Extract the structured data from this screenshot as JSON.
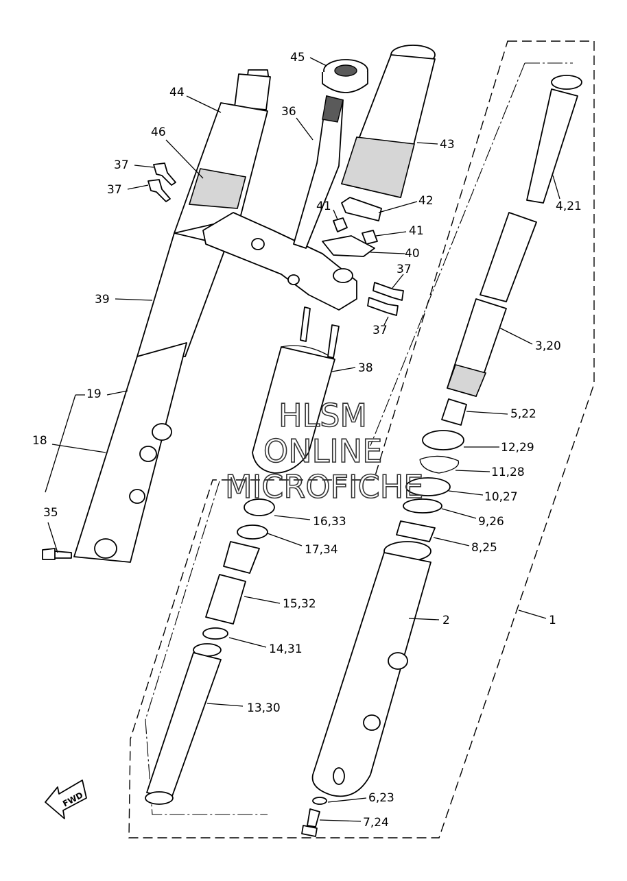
{
  "watermark": {
    "line1": "HLSM",
    "line2": "ONLINE",
    "line3": "MICROFICHE"
  },
  "direction_badge": {
    "text": "FWD"
  },
  "callouts": [
    {
      "id": "45",
      "text": "45"
    },
    {
      "id": "44",
      "text": "44"
    },
    {
      "id": "36",
      "text": "36"
    },
    {
      "id": "43",
      "text": "43"
    },
    {
      "id": "46",
      "text": "46"
    },
    {
      "id": "37a",
      "text": "37"
    },
    {
      "id": "37b",
      "text": "37"
    },
    {
      "id": "42",
      "text": "42"
    },
    {
      "id": "4_21",
      "text": "4,21"
    },
    {
      "id": "41a",
      "text": "41"
    },
    {
      "id": "41b",
      "text": "41"
    },
    {
      "id": "40",
      "text": "40"
    },
    {
      "id": "37c",
      "text": "37"
    },
    {
      "id": "39",
      "text": "39"
    },
    {
      "id": "37d",
      "text": "37"
    },
    {
      "id": "3_20",
      "text": "3,20"
    },
    {
      "id": "38",
      "text": "38"
    },
    {
      "id": "19",
      "text": "19"
    },
    {
      "id": "5_22",
      "text": "5,22"
    },
    {
      "id": "18",
      "text": "18"
    },
    {
      "id": "12_29",
      "text": "12,29"
    },
    {
      "id": "11_28",
      "text": "11,28"
    },
    {
      "id": "10_27",
      "text": "10,27"
    },
    {
      "id": "35",
      "text": "35"
    },
    {
      "id": "16_33",
      "text": "16,33"
    },
    {
      "id": "9_26",
      "text": "9,26"
    },
    {
      "id": "8_25",
      "text": "8,25"
    },
    {
      "id": "17_34",
      "text": "17,34"
    },
    {
      "id": "15_32",
      "text": "15,32"
    },
    {
      "id": "2",
      "text": "2"
    },
    {
      "id": "1",
      "text": "1"
    },
    {
      "id": "14_31",
      "text": "14,31"
    },
    {
      "id": "13_30",
      "text": "13,30"
    },
    {
      "id": "6_23",
      "text": "6,23"
    },
    {
      "id": "7_24",
      "text": "7,24"
    }
  ]
}
